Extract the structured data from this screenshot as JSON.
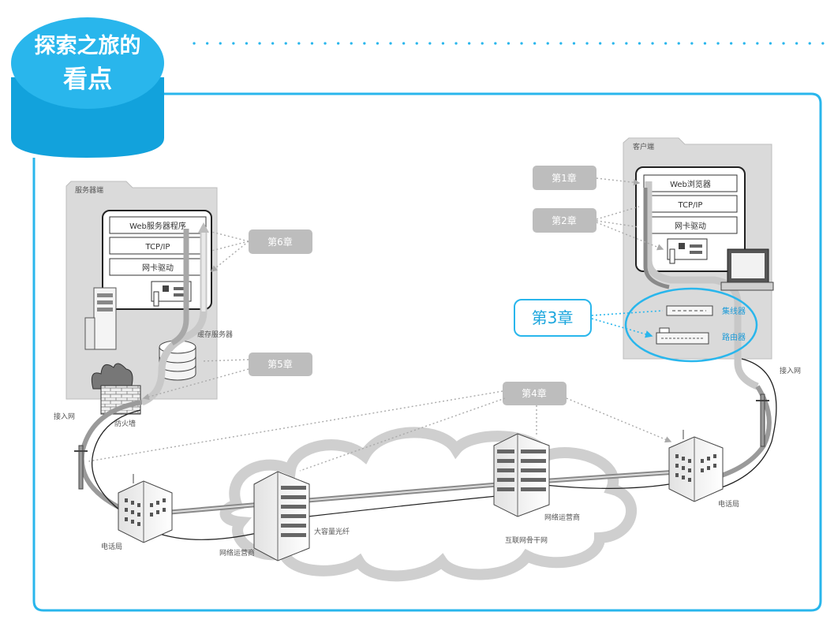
{
  "header": {
    "title_line1": "探索之旅的",
    "title_line2": "看点"
  },
  "colors": {
    "accent": "#29b6ec",
    "chapter_box": "#bdbdbd",
    "panel": "#d9d9d9"
  },
  "server": {
    "title": "服务器端",
    "layers": [
      "Web服务器程序",
      "TCP/IP",
      "网卡驱动"
    ],
    "cache_server": "缓存服务器",
    "firewall": "防火墙",
    "access_net": "接入网"
  },
  "client": {
    "title": "客户端",
    "layers": [
      "Web浏览器",
      "TCP/IP",
      "网卡驱动"
    ],
    "hub": "集线器",
    "router": "路由器",
    "access_net": "接入网"
  },
  "chapters": {
    "ch1": "第1章",
    "ch2": "第2章",
    "ch3": "第3章",
    "ch4": "第4章",
    "ch5": "第5章",
    "ch6": "第6章"
  },
  "network": {
    "phone_office_left": "电话局",
    "phone_office_right": "电话局",
    "isp_left": "网络运营商",
    "isp_right": "网络运营商",
    "fiber": "大容量光纤",
    "backbone": "互联网骨干网"
  },
  "icons": [
    "web-server-icon",
    "nic-card-icon",
    "monitor-icon",
    "cache-db-icon",
    "firewall-icon",
    "building-icon",
    "utility-pole-icon",
    "cloud-icon"
  ]
}
